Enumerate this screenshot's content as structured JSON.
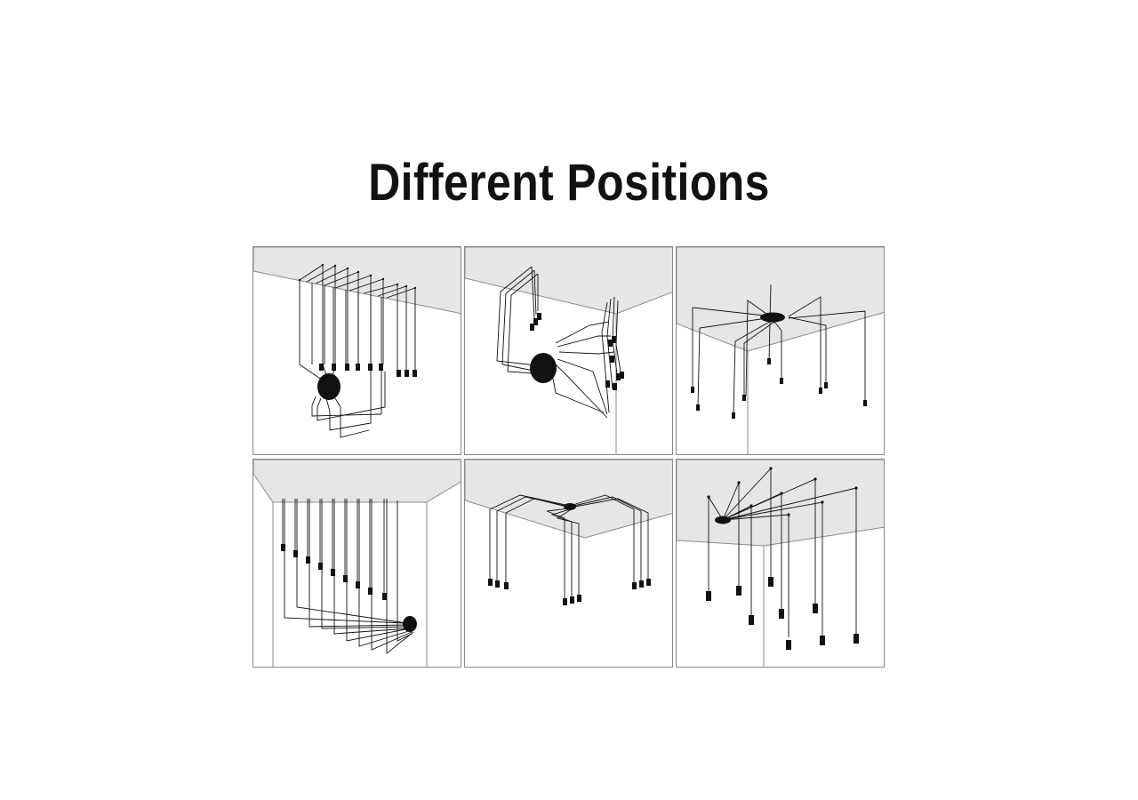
{
  "page": {
    "title": "Different Positions"
  },
  "colors": {
    "ceiling": "#e6e6e6",
    "lines": "#111111",
    "frame": "#8a8a8a"
  },
  "panels": [
    {
      "id": "p1",
      "icon": "wall-mounted-hub-with-ceiling-pendants"
    },
    {
      "id": "p2",
      "icon": "corner-wall-hub-with-pendants"
    },
    {
      "id": "p3",
      "icon": "ceiling-hub-radial-pendants"
    },
    {
      "id": "p4",
      "icon": "corridor-wall-hub-with-ceiling-pendants"
    },
    {
      "id": "p5",
      "icon": "ceiling-hub-three-group-pendants"
    },
    {
      "id": "p6",
      "icon": "ceiling-hub-fan-pendants"
    }
  ]
}
